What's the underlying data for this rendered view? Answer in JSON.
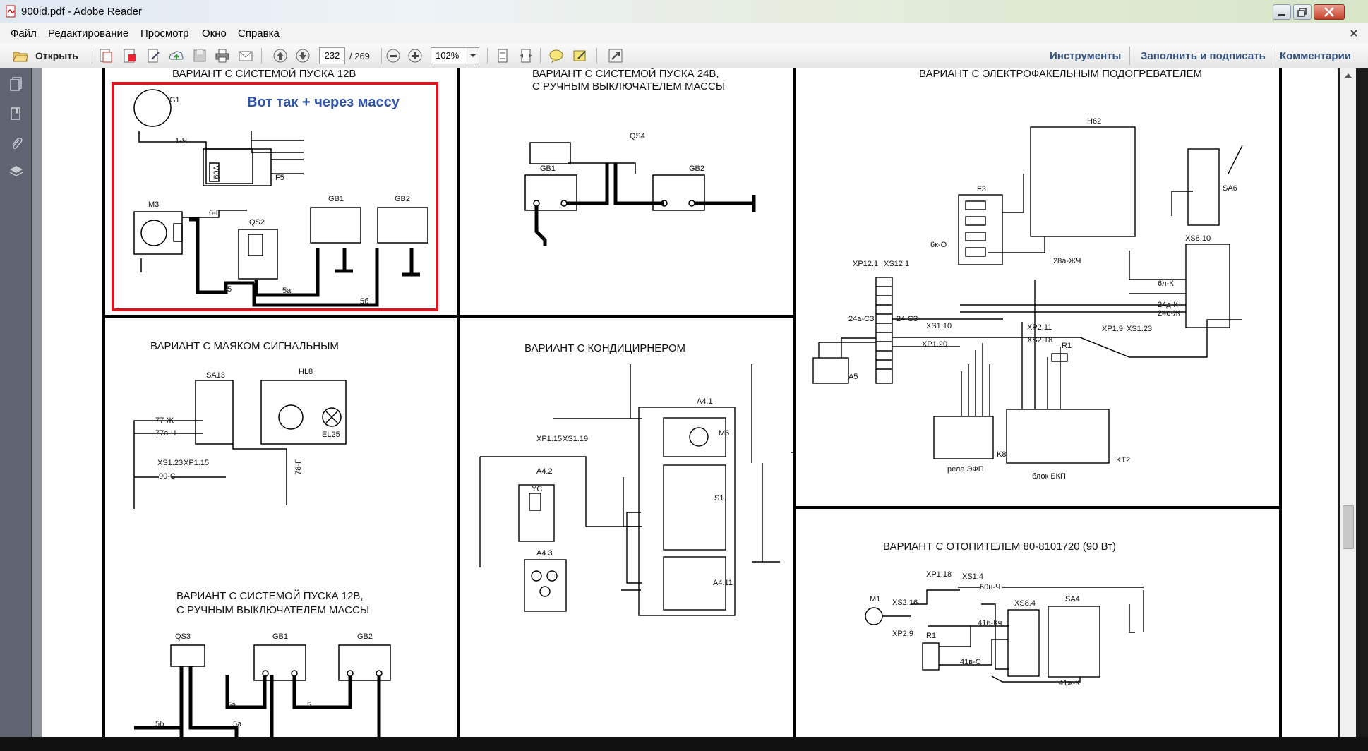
{
  "window": {
    "title": "900id.pdf - Adobe Reader"
  },
  "menu": {
    "items": [
      "Файл",
      "Редактирование",
      "Просмотр",
      "Окно",
      "Справка"
    ]
  },
  "toolbar": {
    "open_label": "Открыть",
    "page_current": "232",
    "page_total": "/ 269",
    "zoom": "102%",
    "tools_label": "Инструменты",
    "fill_sign_label": "Заполнить и подписать",
    "comments_label": "Комментарии"
  },
  "doc": {
    "s1_title": "ВАРИАНТ С СИСТЕМОЙ ПУСКА 12В",
    "s1_note": "Вот так + через массу",
    "s2_title_l1": "ВАРИАНТ С СИСТЕМОЙ ПУСКА 24В,",
    "s2_title_l2": "С РУЧНЫМ ВЫКЛЮЧАТЕЛЕМ МАССЫ",
    "s3_title": "ВАРИАНТ С ЭЛЕКТРОФАКЕЛЬНЫМ ПОДОГРЕВАТЕЛЕМ",
    "s4_title": "ВАРИАНТ С МАЯКОМ СИГНАЛЬНЫМ",
    "s5_title": "ВАРИАНТ С КОНДИЦИРНЕРОМ",
    "s6_title_l1": "ВАРИАНТ С СИСТЕМОЙ ПУСКА 12В,",
    "s6_title_l2": "С РУЧНЫМ ВЫКЛЮЧАТЕЛЕМ МАССЫ",
    "s7_title": "ВАРИАНТ С ОТОПИТЕЛЕМ 80-8101720 (90 Вт)",
    "labels": {
      "G1": "G1",
      "F5": "F5",
      "M3": "M3",
      "QS2": "QS2",
      "GB1": "GB1",
      "GB2": "GB2",
      "QS4": "QS4",
      "QS3": "QS3",
      "H62": "H62",
      "F3": "F3",
      "SA6": "SA6",
      "XS810": "XS8.10",
      "XP121": "XP12.1",
      "XS121": "XS12.1",
      "A5": "A5",
      "R1": "R1",
      "K8": "K8",
      "KT2": "KT2",
      "rele": "реле ЭФП",
      "blok": "блок БКП",
      "SA13": "SA13",
      "HL8": "HL8",
      "EL25": "EL25",
      "A41": "A4.1",
      "M6": "M6",
      "S1": "S1",
      "A42": "A4.2",
      "A43": "A4.3",
      "A411": "A4.11",
      "YC": "YC",
      "M1": "M1",
      "SA4": "SA4",
      "XS84": "XS8.4",
      "XP118": "XP1.18",
      "XS14": "XS1.4",
      "XS216": "XS2.16",
      "XP29": "XP2.9",
      "XP19": "XP1.9",
      "XS123b": "XS1.23",
      "XS110": "XS1.10",
      "XP120": "XP1.20",
      "XP211": "XP2.11",
      "XS218": "XS2.18",
      "XS123": "XS1.23",
      "XP115": "XP1.15",
      "XS119": "XS1.19",
      "w1ch": "1-Ч",
      "w6g": "6-Г",
      "w5": "5",
      "w5a": "5а",
      "w5b": "5б",
      "w60a": "60А",
      "w28a": "28а-ЖЧ",
      "w6ko": "6к-О",
      "w6lk": "6л-К",
      "w24d": "24д-К",
      "w24e": "24е-Ж",
      "w24a": "24а-СЗ",
      "w24c": "24-СЗ",
      "w77": "77-Ж",
      "w77a": "77а-Ч",
      "w90": "90-С",
      "w78": "78-Г",
      "w50": "50н-Ч",
      "w41b": "41б-Кч",
      "w41v": "41в-С",
      "w41j": "41ж-К"
    }
  }
}
